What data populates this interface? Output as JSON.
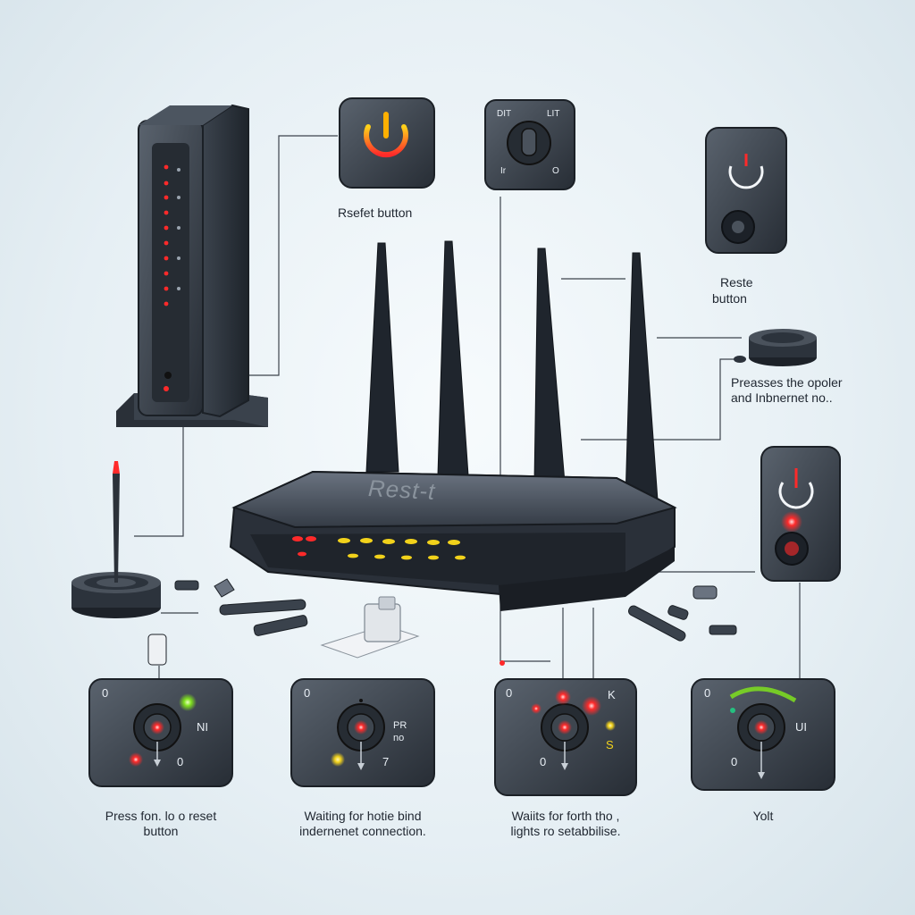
{
  "labels": {
    "reset_button_top": "Rsefet button",
    "reset_button_right_line1": "Reste",
    "reset_button_right_line2": "button",
    "press_power_line1": "Preasses the opoler",
    "press_power_line2": "and Inbnernet no..",
    "router_face": "Rest-t",
    "step1_line1": "Press fon. lo o reset",
    "step1_line2": "button",
    "step2_line1": "Waiting for hotie bind",
    "step2_line2": "indernenet connection.",
    "step3_line1": "Waiits for forth tho ,",
    "step3_line2": "lights ro setabbilise.",
    "step4_line1": "Yolt"
  },
  "card_marks": {
    "switch_top_left": "DIT",
    "switch_top_right": "LIT",
    "switch_bottom_left": "Ir",
    "switch_bottom_right": "O",
    "step1_side": "NI",
    "step1_corner": "0",
    "step1_bottom": "0",
    "step2_corner": "0",
    "step2_side_line1": "PR",
    "step2_side_line2": "no",
    "step2_bottom": "7",
    "step3_corner": "0",
    "step3_side": "K",
    "step3_side2": "S",
    "step3_bottom": "0",
    "step4_corner": "0",
    "step4_side": "UI",
    "step4_bottom": "0"
  },
  "colors": {
    "device_dark": "#2c333c",
    "led_red": "#ff2a2a",
    "led_yellow": "#f2d21b",
    "led_green": "#7fe01e",
    "power_glow": "#ff8a00",
    "background": "#e6eff4"
  }
}
